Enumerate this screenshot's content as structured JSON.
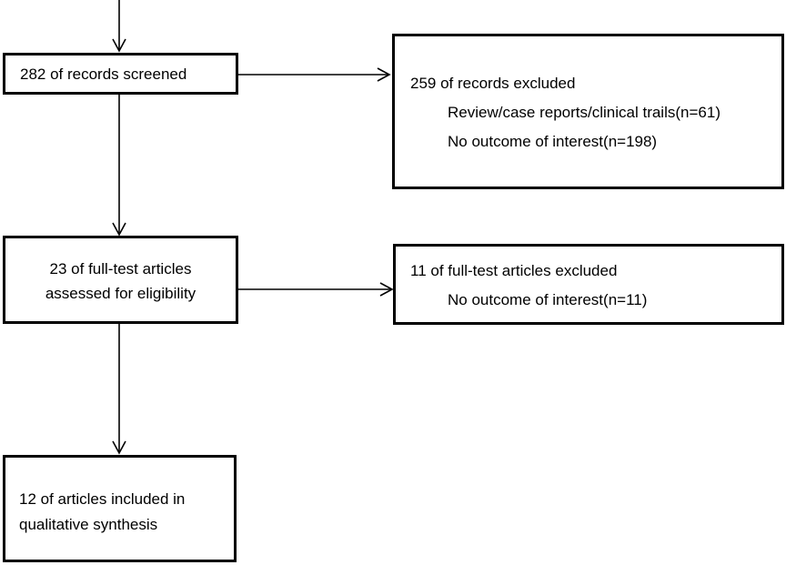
{
  "nodes": {
    "screened": {
      "text": "282 of records screened"
    },
    "excluded_records": {
      "title": "259 of records excluded",
      "items": [
        "Review/case reports/clinical trails(n=61)",
        "No outcome of interest(n=198)"
      ]
    },
    "assessed": {
      "lines": [
        "23 of full-test articles",
        "assessed for eligibility"
      ]
    },
    "excluded_articles": {
      "title": "11 of full-test articles excluded",
      "items": [
        "No outcome of interest(n=11)"
      ]
    },
    "included": {
      "lines": [
        "12 of articles included in",
        "qualitative synthesis"
      ]
    }
  },
  "colors": {
    "stroke": "#000000",
    "background": "#ffffff"
  }
}
